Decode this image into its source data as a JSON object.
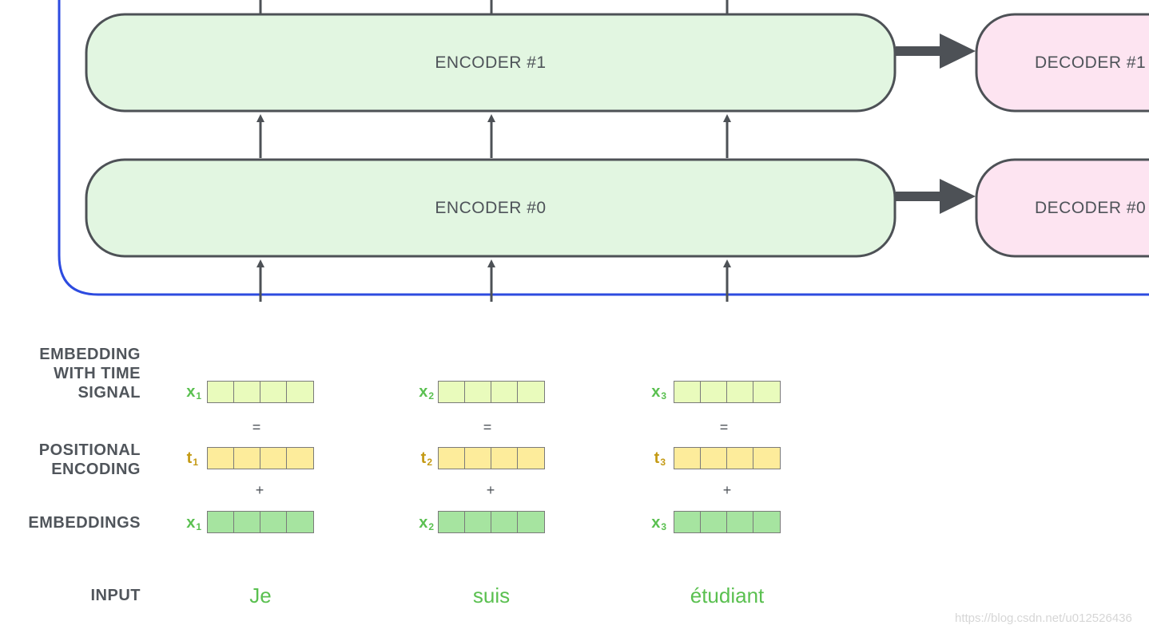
{
  "encoders": [
    {
      "label": "ENCODER #1"
    },
    {
      "label": "ENCODER #0"
    }
  ],
  "decoders": [
    {
      "label": "DECODER #1"
    },
    {
      "label": "DECODER #0"
    }
  ],
  "row_labels": {
    "signal": "EMBEDDING\nWITH TIME\nSIGNAL",
    "positional": "POSITIONAL\nENCODING",
    "embeddings": "EMBEDDINGS",
    "input": "INPUT"
  },
  "tokens": [
    {
      "word": "Je",
      "x_label": "x",
      "t_label": "t",
      "index": "1",
      "equals": "=",
      "plus": "+"
    },
    {
      "word": "suis",
      "x_label": "x",
      "t_label": "t",
      "index": "2",
      "equals": "=",
      "plus": "+"
    },
    {
      "word": "étudiant",
      "x_label": "x",
      "t_label": "t",
      "index": "3",
      "equals": "=",
      "plus": "+"
    }
  ],
  "colors": {
    "encoder_fill": "#e2f6e1",
    "decoder_fill": "#fde4f1",
    "block_stroke": "#4d5156",
    "frame_blue": "#2d4be0",
    "signal_cell": "#e9fbbc",
    "positional_cell": "#fdec9b",
    "embedding_cell": "#a6e4a0",
    "word_green": "#5ac050"
  },
  "watermark": "https://blog.csdn.net/u012526436"
}
